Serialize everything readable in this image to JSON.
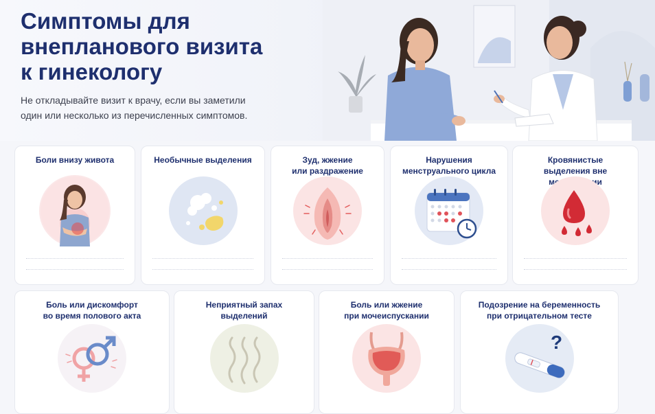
{
  "header": {
    "title_lines": [
      "Симптомы для",
      "внепланового визита",
      "к гинекологу"
    ],
    "subtitle_lines": [
      "Не откладывайте визит к врачу, если вы заметили",
      "один или несколько из перечисленных симптомов."
    ]
  },
  "colors": {
    "title": "#1e2f6e",
    "accent_red": "#d9313a",
    "accent_blue": "#5c83c9"
  },
  "cards": [
    {
      "title_lines": [
        "Боли внизу живота"
      ],
      "icon": "abdominal-pain-icon"
    },
    {
      "title_lines": [
        "Необычные выделения"
      ],
      "icon": "discharge-icon"
    },
    {
      "title_lines": [
        "Зуд, жжение",
        "или раздражение"
      ],
      "icon": "itch-icon"
    },
    {
      "title_lines": [
        "Нарушения",
        "менструального цикла"
      ],
      "icon": "calendar-clock-icon"
    },
    {
      "title_lines": [
        "Кровянистые",
        "выделения вне менструации"
      ],
      "icon": "blood-drop-icon"
    },
    {
      "title_lines": [
        "Боль или дискомфорт",
        "во время полового акта"
      ],
      "icon": "gender-symbols-icon"
    },
    {
      "title_lines": [
        "Неприятный запах",
        "выделений"
      ],
      "icon": "odor-icon"
    },
    {
      "title_lines": [
        "Боль или жжение",
        "при мочеиспускании"
      ],
      "icon": "bladder-icon"
    },
    {
      "title_lines": [
        "Подозрение на беременность",
        "при отрицательном тесте"
      ],
      "icon": "pregnancy-test-icon"
    }
  ]
}
